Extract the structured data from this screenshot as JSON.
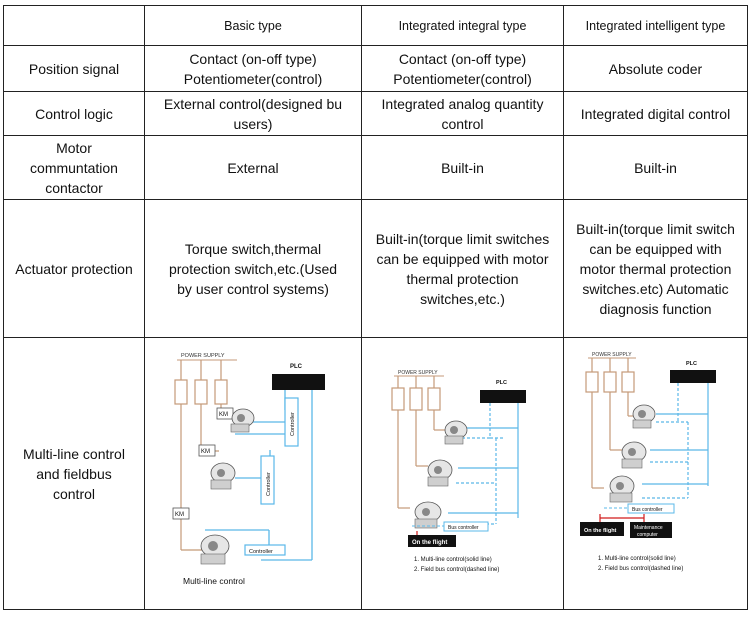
{
  "headers": [
    "",
    "Basic type",
    "Integrated integral type",
    "Integrated intelligent type"
  ],
  "rows": [
    {
      "label": "Position signal",
      "basic": [
        "Contact (on-off type)",
        "Potentiometer(control)"
      ],
      "integral": [
        "Contact (on-off type)",
        "Potentiometer(control)"
      ],
      "intelligent": [
        "Absolute coder"
      ]
    },
    {
      "label": "Control logic",
      "basic": [
        "External control(designed bu",
        "users)"
      ],
      "integral": [
        "Integrated analog quantity",
        "control"
      ],
      "intelligent": [
        "Integrated digital control"
      ]
    },
    {
      "label_lines": [
        "Motor",
        "communtation",
        "contactor"
      ],
      "basic": [
        "External"
      ],
      "integral": [
        "Built-in"
      ],
      "intelligent": [
        "Built-in"
      ]
    },
    {
      "label": "Actuator protection",
      "basic": [
        "Torque switch,thermal",
        "protection switch,etc.(Used",
        "by user control systems)"
      ],
      "integral": [
        "Built-in(torque limit switches",
        "can be equipped with motor",
        "thermal protection",
        "switches,etc.)"
      ],
      "intelligent": [
        "Built-in(torque limit switch",
        "can be equipped with",
        "motor thermal protection",
        "switches.etc) Automatic",
        "diagnosis function"
      ]
    },
    {
      "label_lines": [
        "Multi-line control",
        "and fieldbus",
        "control"
      ]
    }
  ],
  "diagrams": {
    "basic": {
      "power_supply": "POWER SUPPLY",
      "plc": "PLC",
      "km": "KM",
      "controller": "Controller",
      "caption": "Multi-line control"
    },
    "integral": {
      "power_supply": "POWER SUPPLY",
      "plc": "PLC",
      "bus_controller": "Bus controller",
      "on_the_flight": "On the flight",
      "legend": [
        "1. Multi-line control(solid line)",
        "2. Field bus control(dashed line)"
      ]
    },
    "intelligent": {
      "power_supply": "POWER SUPPLY",
      "plc": "PLC",
      "bus_controller": "Bus controller",
      "on_the_flight": "On the flight",
      "maintenance": [
        "Maintenance",
        "computer"
      ],
      "legend": [
        "1. Multi-line control(solid line)",
        "2. Field bus control(dashed line)"
      ]
    }
  },
  "colors": {
    "line": "#5bb8e8",
    "border": "#222222",
    "dark_block": "#111111",
    "red": "#d11b1b"
  }
}
